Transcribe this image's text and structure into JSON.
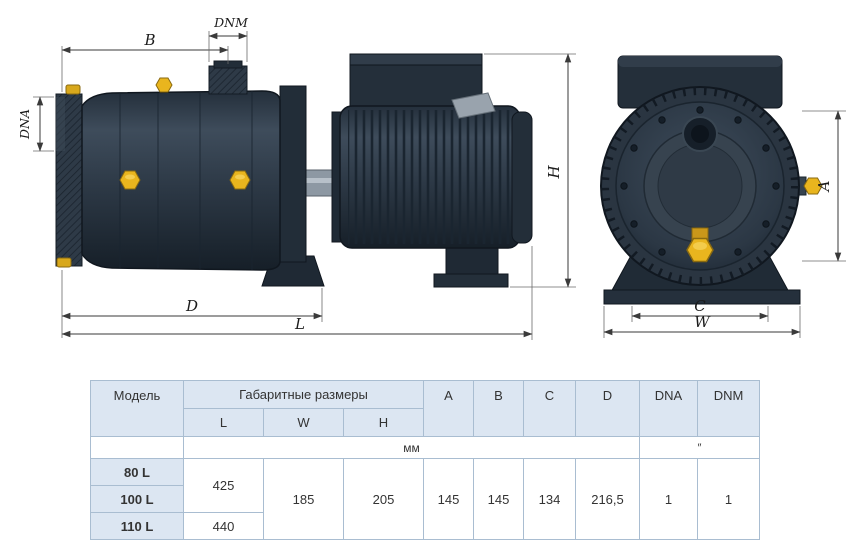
{
  "colors": {
    "pump_body": "#2b3743",
    "pump_dark": "#18212b",
    "brass_plug": "#e9b51e",
    "table_header_bg": "#dce6f2",
    "table_border": "#a9bdd1",
    "dimension_line": "#3a3a3a"
  },
  "diagram": {
    "labels": {
      "b": "B",
      "dnm": "DNM",
      "dna": "DNA",
      "d": "D",
      "l": "L",
      "h": "H",
      "a": "A",
      "c": "C",
      "w": "W"
    }
  },
  "table": {
    "col_headers": {
      "model": "Модель",
      "dims_group": "Габаритные размеры",
      "l": "L",
      "w": "W",
      "h": "H",
      "a": "A",
      "b": "B",
      "c": "C",
      "d": "D",
      "dna": "DNA",
      "dnm": "DNM"
    },
    "units": {
      "mm": "мм",
      "inch": "″"
    },
    "models": {
      "m80": "80 L",
      "m100": "100 L",
      "m110": "110 L"
    },
    "values": {
      "l_80_100": "425",
      "l_110": "440",
      "w": "185",
      "h": "205",
      "a": "145",
      "b": "145",
      "c": "134",
      "d": "216,5",
      "dna": "1",
      "dnm": "1"
    }
  }
}
